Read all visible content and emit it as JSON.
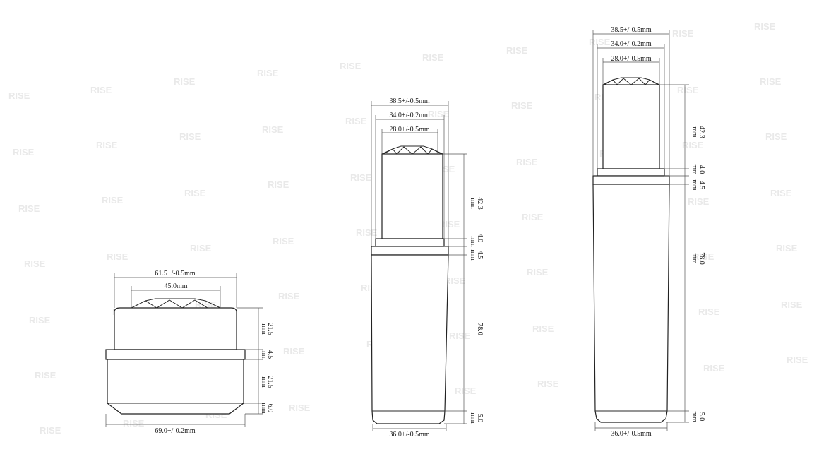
{
  "watermark": "RISE",
  "products": [
    {
      "id": "jar",
      "dims": {
        "top_width": "61.5+/-0.5mm",
        "crown_width": "45.0mm",
        "bottom_width": "69.0+/-0.2mm",
        "cap_h": "21.5",
        "cap_h_unit": "mm",
        "collar_h": "4.5",
        "collar_h_unit": "mm",
        "base_h": "21.5",
        "base_h_unit": "mm",
        "foot_h": "6.0",
        "foot_h_unit": "mm"
      }
    },
    {
      "id": "lipstick-open",
      "dims": {
        "outer_width": "38.5+/-0.5mm",
        "mid_width": "34.0+/-0.2mm",
        "inner_width": "28.0+/-0.5mm",
        "bottom_width": "36.0+/-0.5mm",
        "bullet_h": "42.3",
        "bullet_h_unit": "mm",
        "ring_h": "4.0",
        "ring_h_unit": "mm",
        "collar_h": "4.5",
        "collar_h_unit": "mm",
        "body_h": "78.0",
        "body_h_unit": "",
        "foot_h": "5.0",
        "foot_h_unit": "mm"
      }
    },
    {
      "id": "lipstick-open-2",
      "dims": {
        "outer_width": "38.5+/-0.5mm",
        "mid_width": "34.0+/-0.2mm",
        "inner_width": "28.0+/-0.5mm",
        "bottom_width": "36.0+/-0.5mm",
        "bullet_h": "42.3",
        "bullet_h_unit": "mm",
        "ring_h": "4.0",
        "ring_h_unit": "mm",
        "collar_h": "4.5",
        "collar_h_unit": "mm",
        "body_h": "78.0",
        "body_h_unit": "mm",
        "foot_h": "5.0",
        "foot_h_unit": "mm"
      }
    }
  ]
}
